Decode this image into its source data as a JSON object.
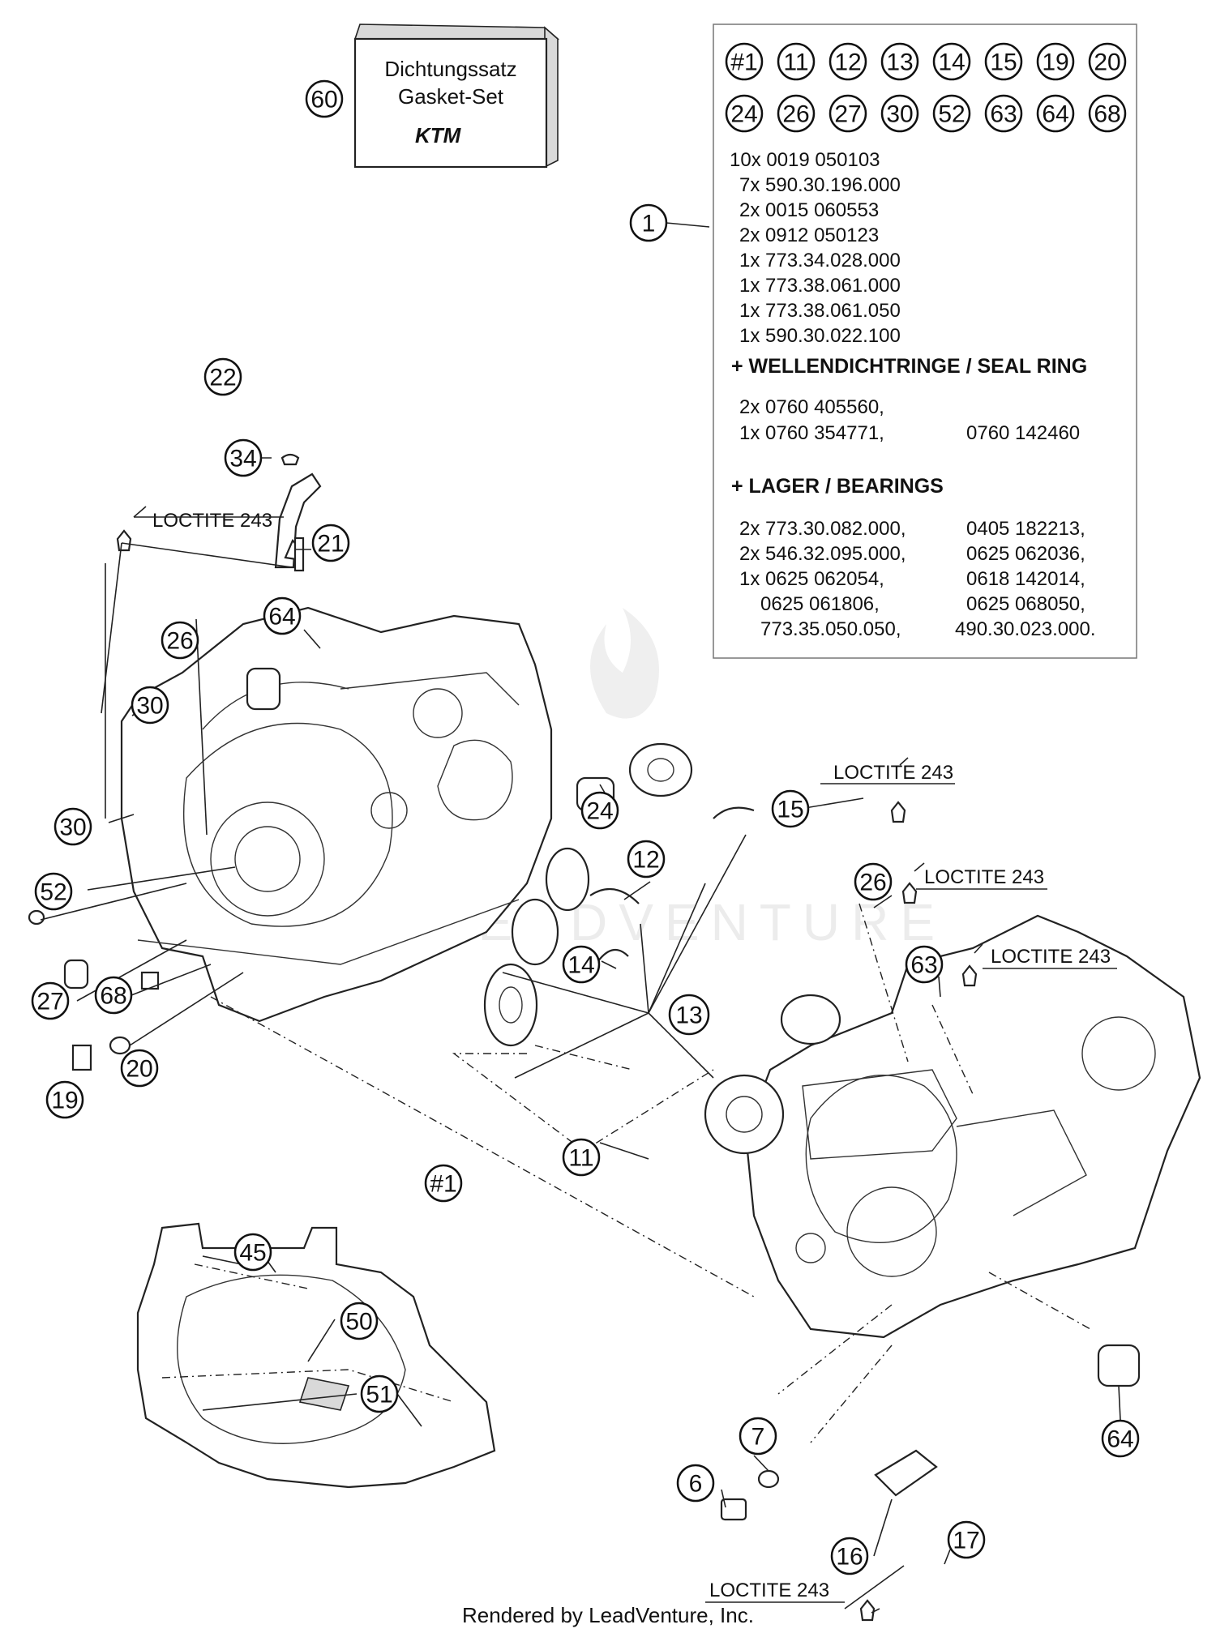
{
  "kit": {
    "label_line1": "Dichtungssatz",
    "label_line2": "Gasket-Set",
    "brand": "KTM"
  },
  "parts_box": {
    "kit_refs": [
      "#1",
      "11",
      "12",
      "13",
      "14",
      "15",
      "19",
      "20",
      "24",
      "26",
      "27",
      "30",
      "52",
      "63",
      "64",
      "68"
    ],
    "lines": [
      "10x 0019 050103",
      "7x 590.30.196.000",
      "2x 0015 060553",
      "2x 0912 050123",
      "1x 773.34.028.000",
      "1x 773.38.061.000",
      "1x 773.38.061.050",
      "1x 590.30.022.100"
    ],
    "seal_heading": "+ WELLENDICHTRINGE /  SEAL RING",
    "seal_lines": [
      "2x 0760 405560,",
      "1x 0760 354771,",
      "0760 142460"
    ],
    "bearing_heading": "+ LAGER / BEARINGS",
    "bearing_left": [
      "2x 773.30.082.000,",
      "2x 546.32.095.000,",
      "1x 0625 062054,",
      "0625 061806,",
      "773.35.050.050,"
    ],
    "bearing_right": [
      "0405 182213,",
      "0625 062036,",
      "0618 142014,",
      "0625 068050,",
      "490.30.023.000."
    ]
  },
  "callouts": {
    "c60": "60",
    "c1": "1",
    "c22": "22",
    "c34": "34",
    "c21": "21",
    "c64a": "64",
    "c26a": "26",
    "c30a": "30",
    "c30b": "30",
    "c52": "52",
    "c27": "27",
    "c68": "68",
    "c19": "19",
    "c20": "20",
    "c24": "24",
    "c15": "15",
    "c12": "12",
    "c14": "14",
    "c13": "13",
    "c11": "11",
    "c1hash": "#1",
    "c26b": "26",
    "c63": "63",
    "c45": "45",
    "c50": "50",
    "c51": "51",
    "c7": "7",
    "c6": "6",
    "c64b": "64",
    "c16": "16",
    "c17": "17"
  },
  "loctite": {
    "l1": "LOCTITE 243",
    "l2": "LOCTITE 243",
    "l3": "LOCTITE 243",
    "l4": "LOCTITE 243",
    "l5": "LOCTITE 243"
  },
  "watermark": "LEADVENTURE",
  "footer": "Rendered by LeadVenture, Inc."
}
